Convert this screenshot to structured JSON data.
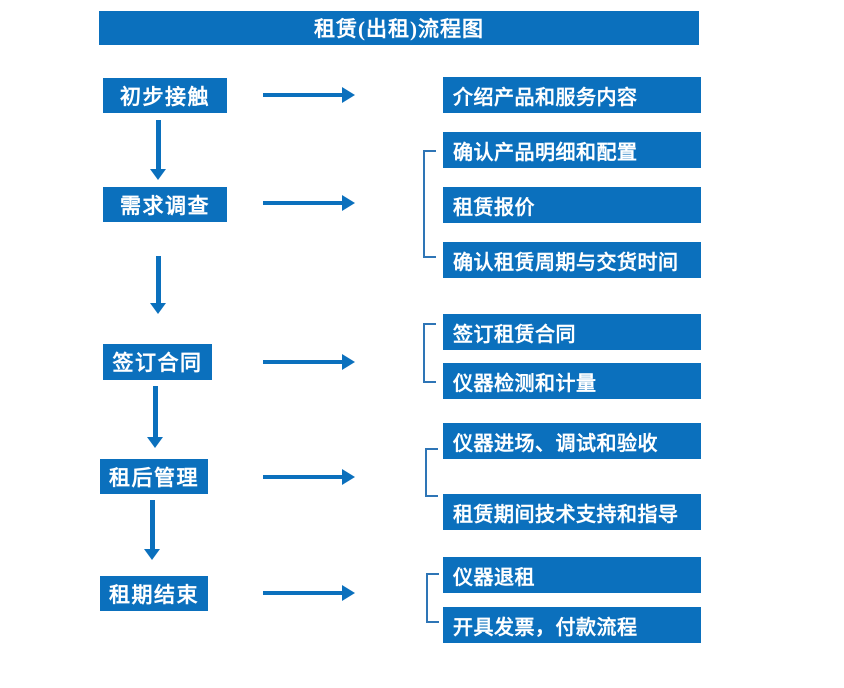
{
  "title": "租赁(出租)流程图",
  "colors": {
    "box_blue": "#0b70bd",
    "bracket_blue": "#2e75b6",
    "text_white": "#ffffff"
  },
  "stages": [
    {
      "label": "初步接触",
      "outputs": [
        "介绍产品和服务内容"
      ]
    },
    {
      "label": "需求调查",
      "outputs": [
        "确认产品明细和配置",
        "租赁报价",
        "确认租赁周期与交货时间"
      ]
    },
    {
      "label": "签订合同",
      "outputs": [
        "签订租赁合同",
        "仪器检测和计量"
      ]
    },
    {
      "label": "租后管理",
      "outputs": [
        "仪器进场、调试和验收",
        "租赁期间技术支持和指导"
      ]
    },
    {
      "label": "租期结束",
      "outputs": [
        "仪器退租",
        "开具发票，付款流程"
      ]
    }
  ]
}
